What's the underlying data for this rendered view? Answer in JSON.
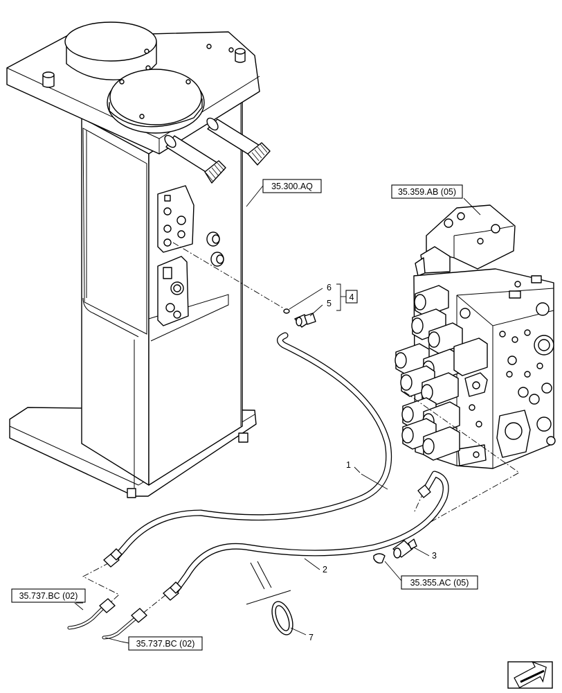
{
  "references": {
    "tank_ref": "35.300.AQ",
    "valve_ref": "35.359.AB (05)",
    "pilot_ref_1": "35.737.BC (02)",
    "pilot_ref_2": "35.737.BC (02)",
    "fitting_ref": "35.355.AC (05)"
  },
  "callouts": {
    "hose_1": "1",
    "hose_2": "2",
    "fitting_3": "3",
    "kit_4": "4",
    "elbow_5": "5",
    "oring_6": "6",
    "clamp_7": "7"
  },
  "icons": {
    "orientation": "direction-arrow-icon"
  }
}
